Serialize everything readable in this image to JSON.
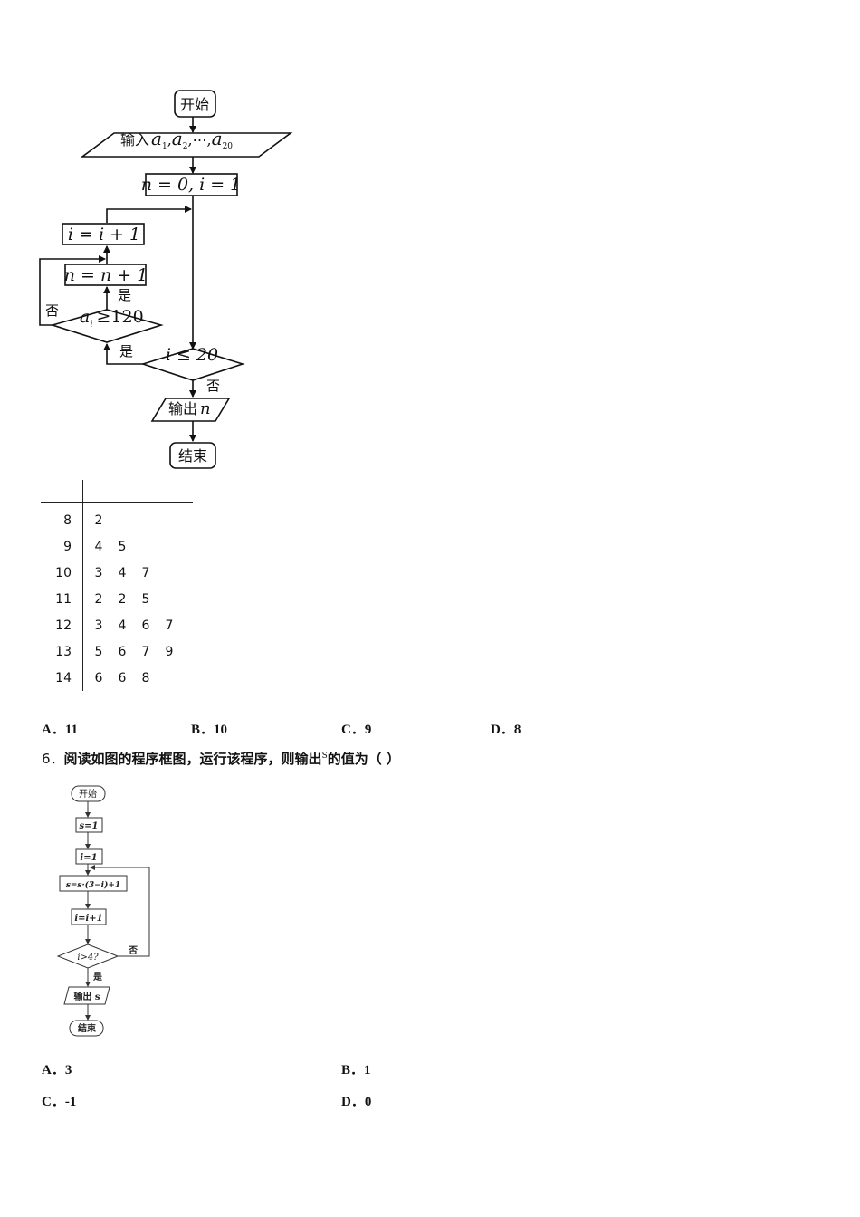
{
  "flowchart1": {
    "start": "开始",
    "input_prefix": "输入",
    "input_vars": [
      "a",
      "a",
      "a"
    ],
    "input_subs": [
      "1",
      "2",
      "20"
    ],
    "input_sep": ",",
    "input_dots": "⋯",
    "init": "n = 0, i = 1",
    "incr_i": "i = i + 1",
    "incr_n": "n = n + 1",
    "cond_inner_var": "a",
    "cond_inner_sub": "i",
    "cond_inner_rest": "≥120",
    "cond_outer": "i ≤ 20",
    "yes": "是",
    "no": "否",
    "output": "输出",
    "output_var": "n",
    "end": "结束"
  },
  "stem_leaf": {
    "rows": [
      {
        "stem": "8",
        "leaves": [
          "2"
        ]
      },
      {
        "stem": "9",
        "leaves": [
          "4",
          "5"
        ]
      },
      {
        "stem": "10",
        "leaves": [
          "3",
          "4",
          "7"
        ]
      },
      {
        "stem": "11",
        "leaves": [
          "2",
          "2",
          "5"
        ]
      },
      {
        "stem": "12",
        "leaves": [
          "3",
          "4",
          "6",
          "7"
        ]
      },
      {
        "stem": "13",
        "leaves": [
          "5",
          "6",
          "7",
          "9"
        ]
      },
      {
        "stem": "14",
        "leaves": [
          "6",
          "6",
          "8"
        ]
      }
    ]
  },
  "q5_options": [
    "A．11",
    "B．10",
    "C．9",
    "D．8"
  ],
  "q6": {
    "number": "6．",
    "text_before": "阅读如图的程序框图，运行该程序，则输出",
    "var": "S",
    "text_after": "的值为（    ）"
  },
  "flowchart2": {
    "start": "开始",
    "init_s": "s=1",
    "init_i": "i=1",
    "update_s": "s=s·(3−i)+1",
    "update_i": "i=i+1",
    "cond": "i>4?",
    "no": "否",
    "yes": "是",
    "output": "输出 s",
    "end": "结束"
  },
  "q6_options": [
    "A．3",
    "B．1",
    "C．-1",
    "D．0"
  ]
}
